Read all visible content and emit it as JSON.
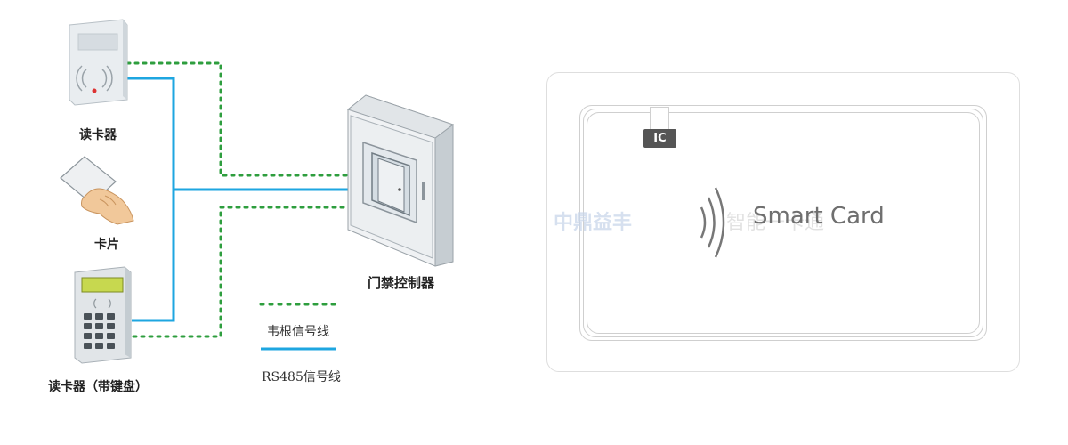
{
  "diagram": {
    "labels": {
      "reader": "读卡器",
      "card": "卡片",
      "keypad_reader": "读卡器（带键盘）",
      "controller": "门禁控制器"
    },
    "legend": {
      "wiegand": "韦根信号线",
      "rs485": "RS485信号线"
    },
    "colors": {
      "rs485_line": "#1ea6e0",
      "wiegand_line": "#2e9e3e"
    }
  },
  "smart_card": {
    "chip_label": "IC",
    "title": "Smart Card",
    "watermark_brand": "中鼎益丰",
    "watermark_suffix": "智能一卡通"
  }
}
